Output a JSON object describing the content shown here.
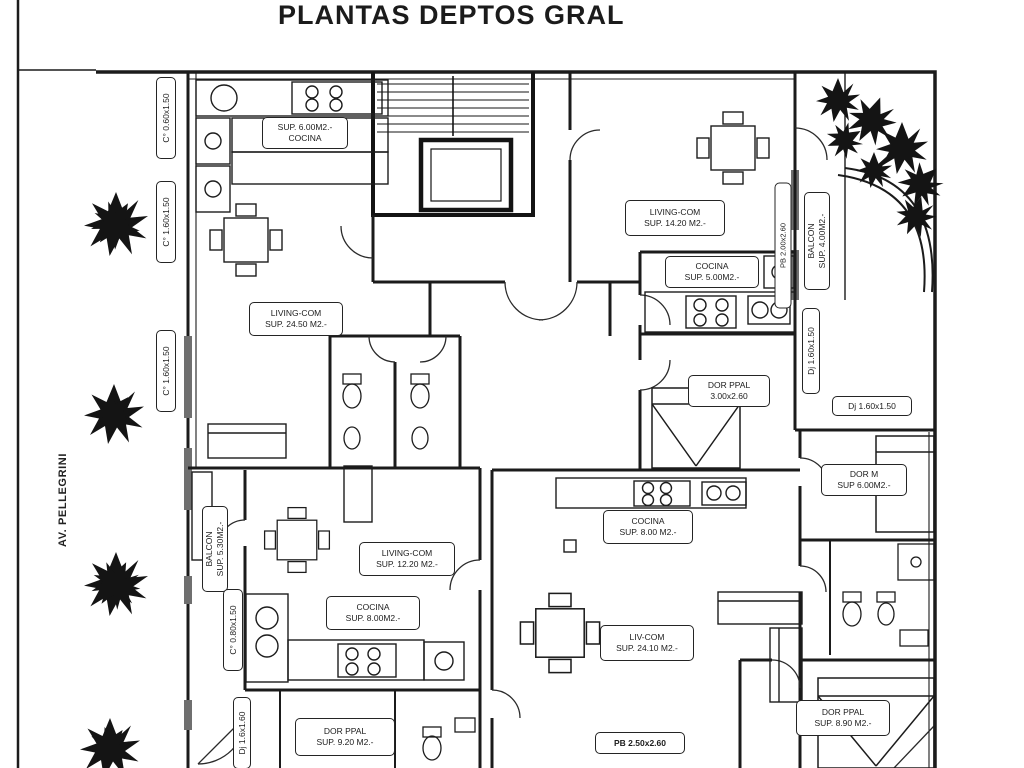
{
  "title": "PLANTAS DEPTOS GRAL",
  "street_label": "AV. PELLEGRINI",
  "labels": {
    "window_top_left": "C° 0.60x1.50",
    "window_left_1": "C° 1.60x1.50",
    "window_left_2": "C° 1.60x1.50",
    "cocina_nw": {
      "line1": "SUP. 6.00M2.-",
      "line2": "COCINA"
    },
    "living_nw": {
      "line1": "LIVING-COM",
      "line2": "SUP. 24.50 M2.-"
    },
    "living_ne": {
      "line1": "LIVING-COM",
      "line2": "SUP. 14.20 M2.-"
    },
    "cocina_ne": {
      "line1": "COCINA",
      "line2": "SUP. 5.00M2.-"
    },
    "pb_ne": "PB 2.00x2.60",
    "balcon_ne": {
      "line1": "BALCON",
      "line2": "SUP. 4.00M2.-"
    },
    "dj_right_v": "Dj 1.60x1.50",
    "dj_right_h": "Dj 1.60x1.50",
    "dor_ppal_ne": {
      "line1": "DOR PPAL",
      "line2": "3.00x2.60"
    },
    "dor_m_e": {
      "line1": "DOR M",
      "line2": "SUP 6.00M2.-"
    },
    "cocina_c": {
      "line1": "COCINA",
      "line2": "SUP. 8.00 M2.-"
    },
    "living_c": {
      "line1": "LIVING-COM",
      "line2": "SUP. 12.20 M2.-"
    },
    "cocina_sw": {
      "line1": "COCINA",
      "line2": "SUP. 8.00M2.-"
    },
    "livcom_se": {
      "line1": "LIV-COM",
      "line2": "SUP. 24.10 M2.-"
    },
    "balcon_sw": {
      "line1": "BALCON",
      "line2": "SUP. 5.30M2.-"
    },
    "window_sw": "C° 0.80x1.50",
    "dj_sw": "Dj 1.6x1.60",
    "dor_ppal_s": {
      "line1": "DOR PPAL",
      "line2": "SUP. 9.20 M2.-"
    },
    "pb_s": "PB 2.50x2.60",
    "dor_ppal_se": {
      "line1": "DOR PPAL",
      "line2": "SUP. 8.90 M2.-"
    }
  }
}
